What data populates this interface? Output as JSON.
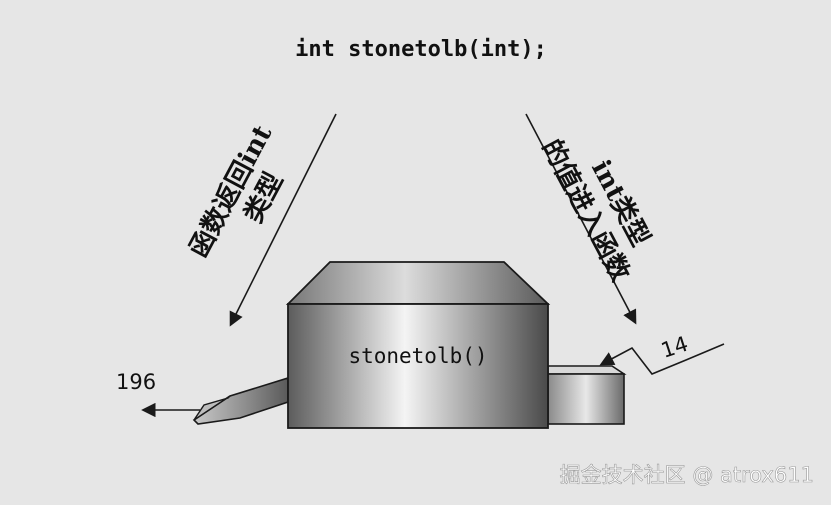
{
  "diagram": {
    "prototype": "int stonetolb(int);",
    "function_label": "stonetolb()",
    "left_annotation": {
      "line1": "函数返回int",
      "line2": "类型"
    },
    "right_annotation": {
      "line1": "int类型",
      "line2": "的值进入函数"
    },
    "input_value": "14",
    "output_value": "196"
  },
  "watermark": "掘金技术社区 @ atrox611",
  "colors": {
    "background": "#e6e6e6",
    "stroke": "#1a1a1a",
    "text": "#111111",
    "watermark": "#ffffff"
  }
}
